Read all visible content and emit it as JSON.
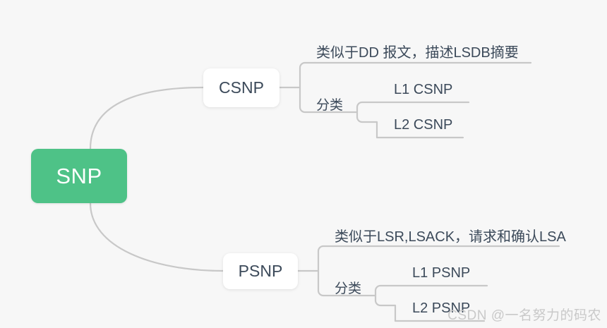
{
  "canvas": {
    "background": "#f7f7f7",
    "edge_color": "#c8c8c8",
    "root_color": "#4ec287",
    "card_color": "#ffffff",
    "text_color": "#3c4a5a"
  },
  "mindmap": {
    "root": {
      "label": "SNP"
    },
    "branches": [
      {
        "id": "csnp",
        "label": "CSNP",
        "description": "类似于DD 报文，描述LSDB摘要",
        "category_label": "分类",
        "children": [
          {
            "label": "L1 CSNP"
          },
          {
            "label": "L2 CSNP"
          }
        ]
      },
      {
        "id": "psnp",
        "label": "PSNP",
        "description": "类似于LSR,LSACK，请求和确认LSA",
        "category_label": "分类",
        "children": [
          {
            "label": "L1 PSNP"
          },
          {
            "label": "L2 PSNP"
          }
        ]
      }
    ]
  },
  "watermark": {
    "text": "CSDN @一名努力的码农"
  }
}
